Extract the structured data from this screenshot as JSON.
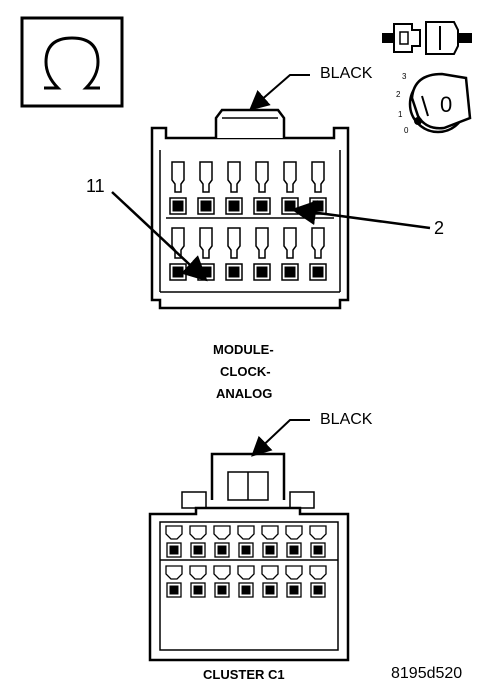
{
  "connector_top": {
    "wire_color_label": "BLACK",
    "pin_callout_left": "11",
    "pin_callout_right": "2",
    "name_lines": [
      "MODULE-",
      "CLOCK-",
      "ANALOG"
    ]
  },
  "connector_bottom": {
    "wire_color_label": "BLACK",
    "name": "CLUSTER C1"
  },
  "ignition_switch": {
    "positions": [
      "3",
      "2",
      "1",
      "0"
    ],
    "key_label": "0"
  },
  "figure_id": "8195d520",
  "icons": {
    "ohmmeter": "ohm-symbol-icon",
    "connector_disconnect": "connector-disconnect-icon",
    "ignition": "ignition-key-icon"
  }
}
